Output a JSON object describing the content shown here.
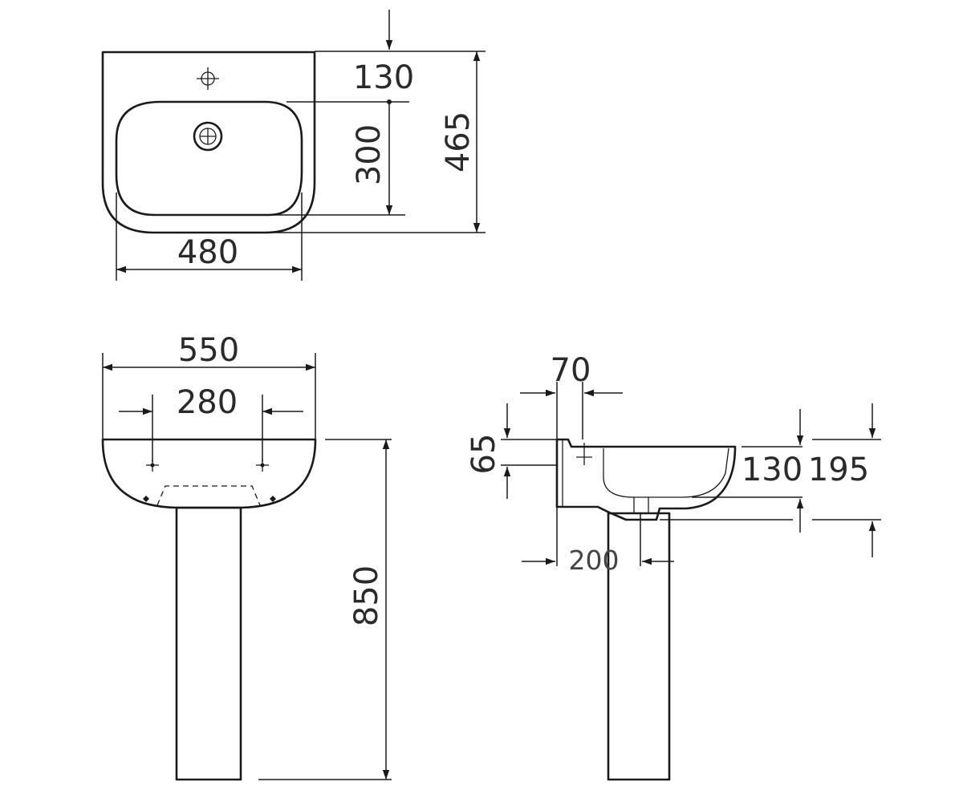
{
  "top_view": {
    "dimensions": {
      "tap_hole_offset": "130",
      "bowl_depth": "300",
      "overall_depth": "465",
      "bowl_width": "480"
    }
  },
  "front_view": {
    "dimensions": {
      "overall_width": "550",
      "fixing_centres": "280",
      "overall_height": "850"
    }
  },
  "side_view": {
    "dimensions": {
      "rim_thickness": "70",
      "wall_offset": "65",
      "basin_height": "130",
      "overall_basin_height": "195",
      "pedestal_offset": "200"
    }
  }
}
